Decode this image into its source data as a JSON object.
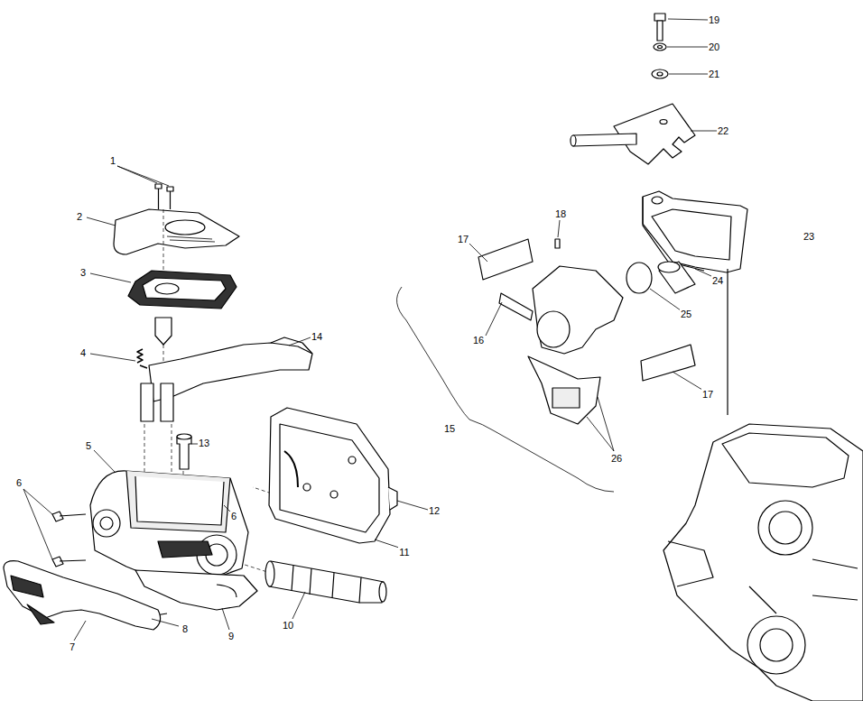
{
  "diagram": {
    "labels": [
      "1",
      "2",
      "3",
      "4",
      "5",
      "6",
      "6",
      "7",
      "8",
      "9",
      "10",
      "11",
      "12",
      "13",
      "14",
      "15",
      "16",
      "17",
      "17",
      "18",
      "19",
      "20",
      "21",
      "22",
      "23",
      "24",
      "25",
      "26"
    ]
  }
}
